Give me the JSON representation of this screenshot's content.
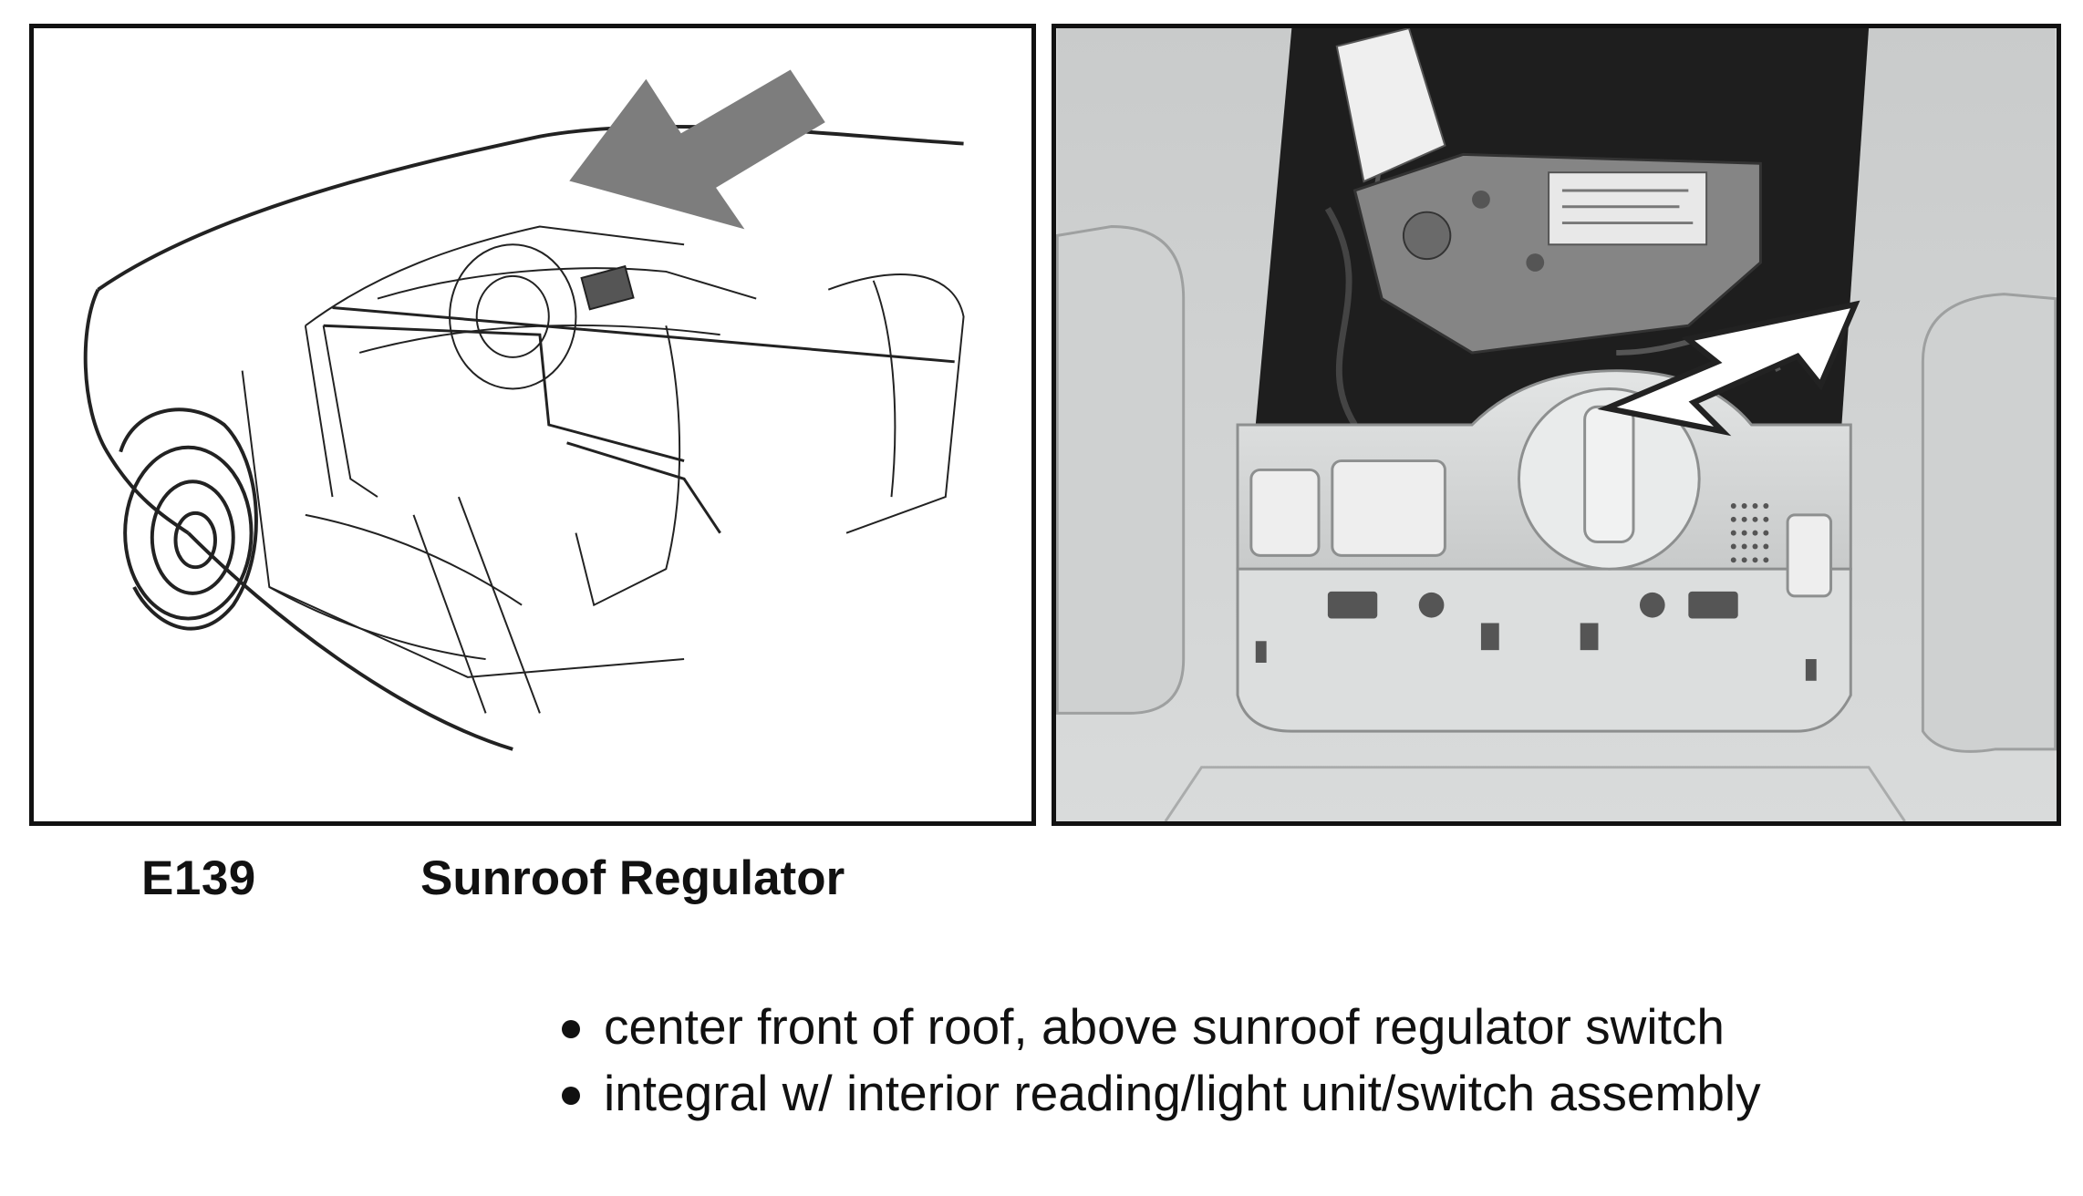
{
  "figure": {
    "code": "E139",
    "title": "Sunroof Regulator"
  },
  "left_image": {
    "icon": "car-interior-line-drawing",
    "arrow_color": "#7d7d7d"
  },
  "right_image": {
    "icon": "overhead-console-photo",
    "arrow_color": "#ffffff"
  },
  "bullets": [
    "center front of roof, above sunroof regulator switch",
    "integral w/ interior reading/light unit/switch assembly"
  ]
}
